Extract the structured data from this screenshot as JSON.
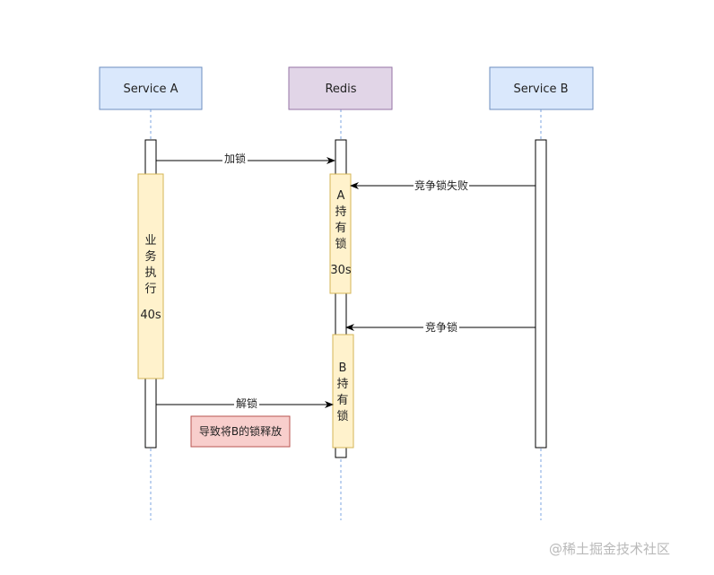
{
  "participants": {
    "service_a": "Service A",
    "redis": "Redis",
    "service_b": "Service B"
  },
  "messages": {
    "lock": "加锁",
    "compete_fail": "竞争锁失败",
    "compete": "竞争锁",
    "unlock": "解锁"
  },
  "activations": {
    "a_business": [
      "业",
      "务",
      "执",
      "行",
      "",
      "40s"
    ],
    "a_holds_lock": [
      "A",
      "持",
      "有",
      "锁",
      "",
      "30s"
    ],
    "b_holds_lock": [
      "B",
      "持",
      "有",
      "锁"
    ]
  },
  "notes": {
    "release_warning": "导致将B的锁释放"
  },
  "watermark": "@稀土掘金技术社区",
  "colors": {
    "service_fill": "#dae8fc",
    "service_stroke": "#6c8ebf",
    "redis_fill": "#e1d5e7",
    "redis_stroke": "#9673a6",
    "activation_fill": "#fff2cc",
    "activation_stroke": "#d6b656",
    "note_fill": "#f8cecc",
    "note_stroke": "#b85450",
    "lifeline": "#7ea6e0"
  }
}
